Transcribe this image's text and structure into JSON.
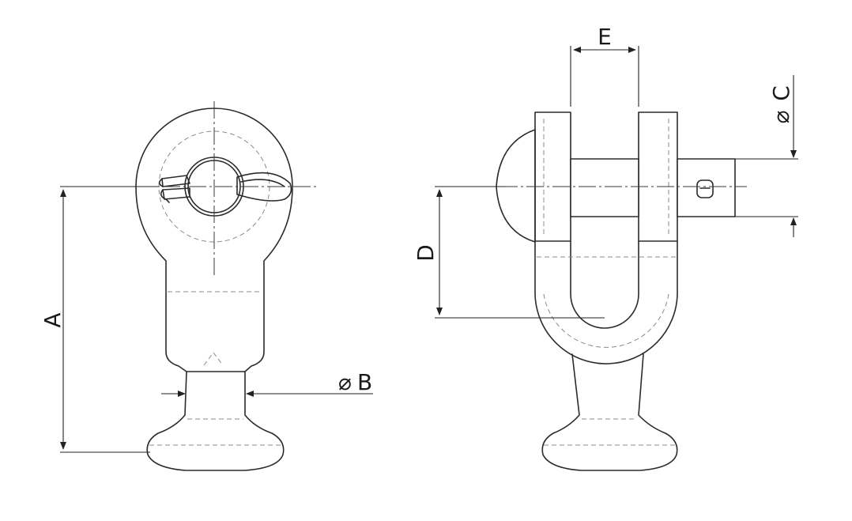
{
  "labels": {
    "A": "A",
    "B": "B",
    "C": "C",
    "D": "D",
    "E": "E",
    "diameter_symbol": "⌀"
  },
  "colors": {
    "line": "#2b2b2b",
    "hidden_line": "#8a8a8a",
    "background": "#ffffff"
  }
}
